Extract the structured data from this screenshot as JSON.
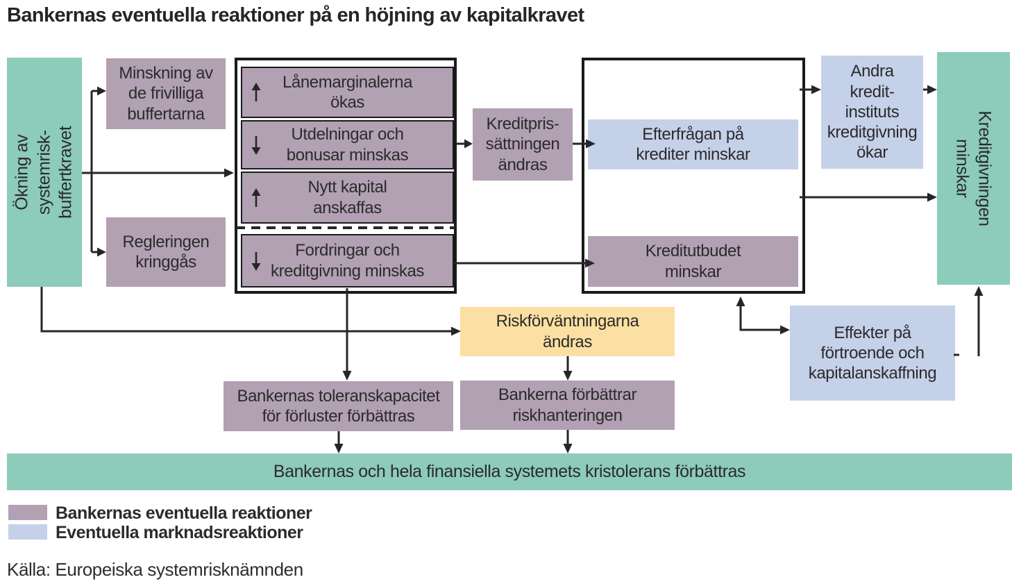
{
  "title": "Bankernas eventuella reaktioner på en höjning av kapitalkravet",
  "source": "Källa: Europeiska systemrisknämnden",
  "colors": {
    "bank_reaction_purple": "#b2a0b3",
    "market_reaction_blue": "#c5d0e9",
    "highlight_green": "#8dcbba",
    "risk_yellow": "#fcdfa2",
    "line_dark": "#262626",
    "background": "#ffffff"
  },
  "nodes": {
    "okning_buffertkrav": "Ökning av systemrisk-\nbuffertkravet",
    "minskning_buffertar": "Minskning av\nde frivilliga\nbuffertarna",
    "regleringen_kringgas": "Regleringen\nkringgås",
    "lanemarginalerna": "Lånemarginalerna\nökas",
    "utdelningar": "Utdelningar och\nbonusar minskas",
    "nytt_kapital": "Nytt kapital\nanskaffas",
    "fordringar": "Fordringar och\nkreditgivning minskas",
    "kreditpris": "Kreditpris-\nsättningen\nändras",
    "efterfragan": "Efterfrågan på\nkrediter minskar",
    "kreditutbudet": "Kreditutbudet\nminskar",
    "andra_kreditinstitut": "Andra\nkredit-\ninstituts\nkreditgivning\nökar",
    "kreditgivningen_minskar": "Kreditgivningen minskar",
    "riskforvantningarna": "Riskförväntningarna\nändras",
    "toleranskapacitet": "Bankernas toleranskapacitet\nför förluster förbättras",
    "bankerna_forbattrar": "Bankerna förbättrar\nriskhanteringen",
    "effekter": "Effekter på\nförtroende och\nkapitalanskaffning",
    "kristolerans_bar": "Bankernas och hela finansiella systemets kristolerans förbättras"
  },
  "indicators": {
    "lanemarginalerna": "up",
    "utdelningar": "down",
    "nytt_kapital": "up",
    "fordringar": "down"
  },
  "legend": {
    "items": [
      {
        "label": "Bankernas eventuella reaktioner",
        "color": "#b2a0b3"
      },
      {
        "label": "Eventuella marknadsreaktioner",
        "color": "#c5d0e9"
      }
    ]
  },
  "connections": [
    {
      "from": "okning_buffertkrav",
      "to": "minskning_buffertar"
    },
    {
      "from": "okning_buffertkrav",
      "to": "regleringen_kringgas"
    },
    {
      "from": "okning_buffertkrav",
      "to": "bank_reactions_group"
    },
    {
      "from": "okning_buffertkrav",
      "to": "riskforvantningarna"
    },
    {
      "from": "bank_reactions_group",
      "to": "kreditpris"
    },
    {
      "from": "kreditpris",
      "to": "efterfragan"
    },
    {
      "from": "fordringar",
      "to": "kreditutbudet"
    },
    {
      "from": "market_reactions_group",
      "to": "andra_kreditinstitut"
    },
    {
      "from": "andra_kreditinstitut",
      "to": "kreditgivningen_minskar"
    },
    {
      "from": "market_reactions_group",
      "to": "kreditgivningen_minskar"
    },
    {
      "from": "bank_reactions_group",
      "to": "toleranskapacitet"
    },
    {
      "from": "riskforvantningarna",
      "to": "bankerna_forbattrar"
    },
    {
      "from": "toleranskapacitet",
      "to": "kristolerans_bar"
    },
    {
      "from": "bankerna_forbattrar",
      "to": "kristolerans_bar"
    },
    {
      "from": "kreditutbudet",
      "to": "effekter",
      "bidirectional": true
    },
    {
      "from": "effekter",
      "to": "kreditgivningen_minskar"
    }
  ]
}
